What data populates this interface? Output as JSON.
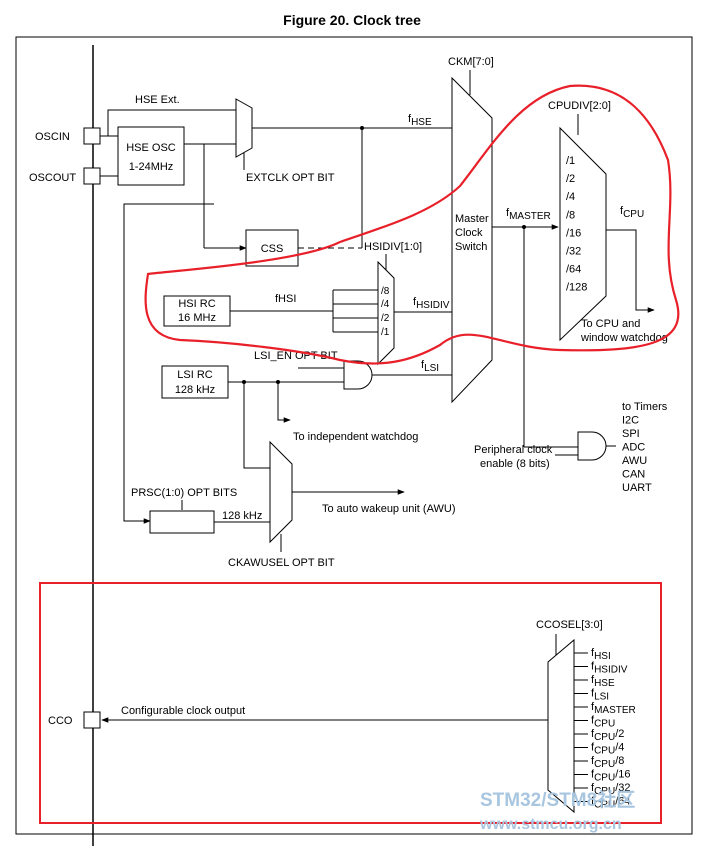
{
  "figure_title": "Figure 20. Clock tree",
  "pins": {
    "oscin": "OSCIN",
    "oscout": "OSCOUT",
    "cco": "CCO"
  },
  "hse": {
    "ext": "HSE Ext.",
    "osc_line1": "HSE OSC",
    "osc_line2": "1-24MHz",
    "extclk": "EXTCLK OPT BIT"
  },
  "ckm": "CKM[7:0]",
  "f_hse": {
    "f": "f",
    "sub": "HSE"
  },
  "f_master": {
    "f": "f",
    "sub": "MASTER"
  },
  "master_switch": [
    "Master",
    "Clock",
    "Switch"
  ],
  "css": "CSS",
  "hsidiv": {
    "label": "HSIDIV[1:0]",
    "values": [
      "/8",
      "/4",
      "/2",
      "/1"
    ]
  },
  "hsi_rc": {
    "line1": "HSI RC",
    "line2": "16 MHz",
    "fhsi": "fHSI"
  },
  "f_hsidiv": {
    "f": "f",
    "sub": "HSIDIV"
  },
  "lsi_en": "LSI_EN OPT BIT",
  "lsi_rc": {
    "line1": "LSI RC",
    "line2": "128 kHz"
  },
  "f_lsi": {
    "f": "f",
    "sub": "LSI"
  },
  "to_iwdg": "To independent watchdog",
  "cpudiv": {
    "label": "CPUDIV[2:0]",
    "values": [
      "/1",
      "/2",
      "/4",
      "/8",
      "/16",
      "/32",
      "/64",
      "/128"
    ]
  },
  "f_cpu": {
    "f": "f",
    "sub": "CPU"
  },
  "to_cpu": [
    "To CPU and",
    "window watchdog"
  ],
  "to_timers": [
    "to Timers",
    "I2C",
    "SPI",
    "ADC",
    "AWU",
    "CAN",
    "UART"
  ],
  "periph": [
    "Peripheral clock",
    "enable (8 bits)"
  ],
  "prsc": "PRSC(1:0) OPT BITS",
  "khz128": "128 kHz",
  "to_awu": "To auto wakeup unit (AWU)",
  "ckawusel": "CKAWUSEL OPT BIT",
  "ccosel": "CCOSEL[3:0]",
  "cco_label": "Configurable clock output",
  "cco_sources": [
    {
      "f": "f",
      "sub": "HSI",
      "post": ""
    },
    {
      "f": "f",
      "sub": "HSIDIV",
      "post": ""
    },
    {
      "f": "f",
      "sub": "HSE",
      "post": ""
    },
    {
      "f": "f",
      "sub": "LSI",
      "post": ""
    },
    {
      "f": "f",
      "sub": "MASTER",
      "post": ""
    },
    {
      "f": "f",
      "sub": "CPU",
      "post": ""
    },
    {
      "f": "f",
      "sub": "CPU",
      "post": "/2"
    },
    {
      "f": "f",
      "sub": "CPU",
      "post": "/4"
    },
    {
      "f": "f",
      "sub": "CPU",
      "post": "/8"
    },
    {
      "f": "f",
      "sub": "CPU",
      "post": "/16"
    },
    {
      "f": "f",
      "sub": "CPU",
      "post": "/32"
    },
    {
      "f": "f",
      "sub": "CPU",
      "post": "/64"
    }
  ],
  "watermark": {
    "line1": "STM32/STM8社区",
    "line2": "www.stmcu.org.cn"
  },
  "colors": {
    "highlight": "#e8202a",
    "line": "#000000",
    "watermark": "#a9c6e0"
  }
}
